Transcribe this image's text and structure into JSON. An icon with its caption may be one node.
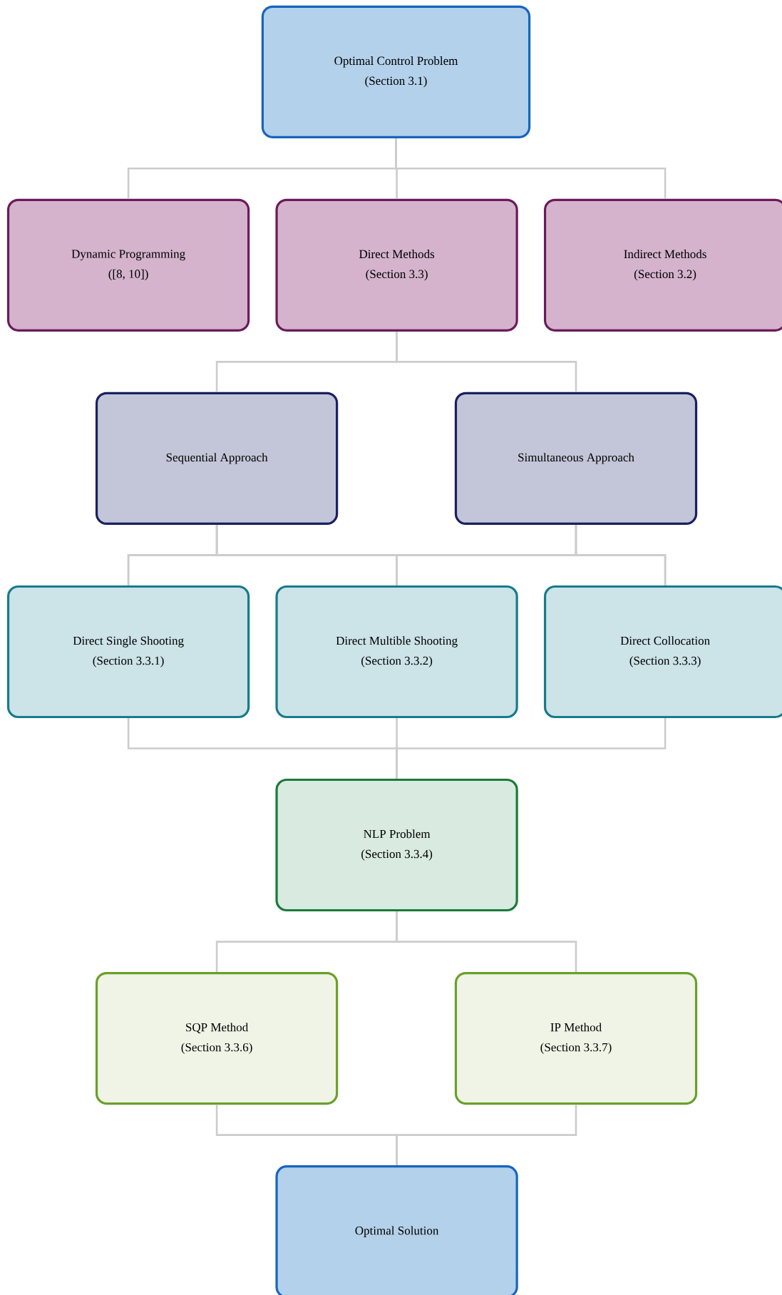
{
  "diagram": {
    "nodes": [
      {
        "text": [
          "Optimal Control Problem",
          "(Section 3.1)"
        ]
      },
      {
        "text": [
          "Dynamic Programming",
          "([8, 10])"
        ]
      },
      {
        "text": [
          "Direct Methods",
          "(Section 3.3)"
        ]
      },
      {
        "text": [
          "Indirect Methods",
          "(Section 3.2)"
        ]
      },
      {
        "text": [
          "Sequential Approach"
        ]
      },
      {
        "text": [
          "Simultaneous Approach"
        ]
      },
      {
        "text": [
          "Direct Single Shooting",
          "(Section 3.3.1)"
        ]
      },
      {
        "text": [
          "Direct Multible Shooting",
          "(Section 3.3.2)"
        ]
      },
      {
        "text": [
          "Direct Collocation",
          "(Section 3.3.3)"
        ]
      },
      {
        "text": [
          "NLP Problem",
          "(Section 3.3.4)"
        ]
      },
      {
        "text": [
          "SQP Method",
          "(Section 3.3.6)"
        ]
      },
      {
        "text": [
          "IP Method",
          "(Section 3.3.7)"
        ]
      },
      {
        "text": [
          "Optimal Solution"
        ]
      }
    ],
    "edges": [
      {
        "from": 0,
        "to": 1,
        "arrow": "none"
      },
      {
        "from": 0,
        "to": 2,
        "arrow": "none"
      },
      {
        "from": 0,
        "to": 3,
        "arrow": "none"
      },
      {
        "from": 2,
        "to": 4,
        "arrow": "none"
      },
      {
        "from": 2,
        "to": 5,
        "arrow": "none"
      },
      {
        "from": 4,
        "to": 6,
        "arrow": "none"
      },
      {
        "from": 4,
        "to": 7,
        "arrow": "none"
      },
      {
        "from": 4,
        "to": 8,
        "arrow": "none"
      },
      {
        "from": 5,
        "to": 6,
        "arrow": "none"
      },
      {
        "from": 5,
        "to": 7,
        "arrow": "none"
      },
      {
        "from": 5,
        "to": 8,
        "arrow": "none"
      },
      {
        "from": 6,
        "to": 9,
        "arrow": "none"
      },
      {
        "from": 7,
        "to": 9,
        "arrow": "none"
      },
      {
        "from": 8,
        "to": 9,
        "arrow": "none"
      },
      {
        "from": 9,
        "to": 10,
        "arrow": "none"
      },
      {
        "from": 9,
        "to": 11,
        "arrow": "none"
      },
      {
        "from": 10,
        "to": 12,
        "arrow": "none"
      },
      {
        "from": 11,
        "to": 12,
        "arrow": "none"
      }
    ]
  }
}
